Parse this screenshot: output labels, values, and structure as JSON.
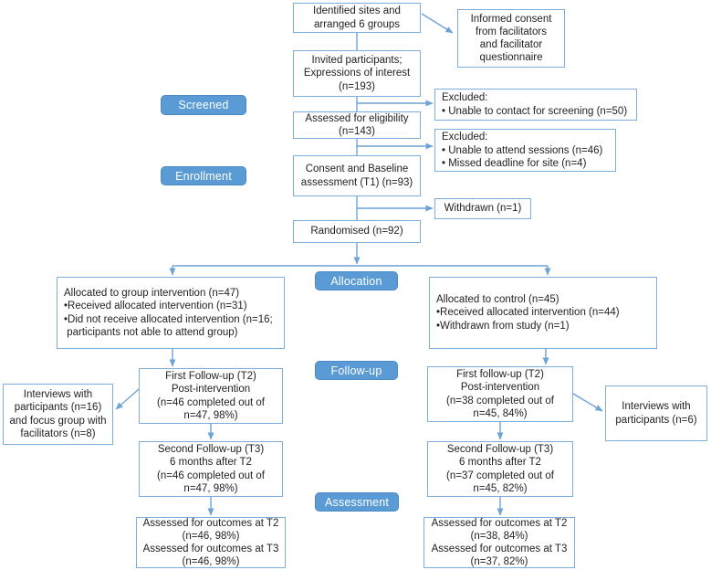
{
  "diagram": {
    "type": "flowchart",
    "labels": {
      "screened": "Screened",
      "enrollment": "Enrollment",
      "allocation": "Allocation",
      "followup": "Follow-up",
      "assessment": "Assessment"
    },
    "boxes": {
      "identified_sites": [
        "Identified sites and",
        "arranged 6 groups"
      ],
      "informed_consent": [
        "Informed consent",
        "from facilitators",
        "and facilitator",
        "questionnaire"
      ],
      "invited_participants": [
        "Invited participants;",
        "Expressions of interest",
        "(n=193)"
      ],
      "assessed_eligibility": [
        "Assessed for eligibility",
        "(n=143)"
      ],
      "excluded_screening": [
        "Excluded:",
        "•  Unable to contact for screening (n=50)"
      ],
      "excluded_sessions": [
        "Excluded:",
        "•  Unable to attend sessions (n=46)",
        "•  Missed deadline for site (n=4)"
      ],
      "consent_baseline": [
        "Consent and Baseline",
        "assessment (T1) (n=93)"
      ],
      "withdrawn": "Withdrawn (n=1)",
      "randomised": "Randomised (n=92)",
      "allocated_intervention": [
        "Allocated to group intervention (n=47)",
        "•Received allocated intervention (n=31)",
        "•Did not receive allocated intervention (n=16;",
        " participants not able to attend group)"
      ],
      "allocated_control": [
        "Allocated to control (n=45)",
        "•Received allocated intervention (n=44)",
        "•Withdrawn from study (n=1)"
      ],
      "first_followup_left": [
        "First Follow-up (T2)",
        "Post-intervention",
        "(n=46 completed out of",
        "n=47, 98%)"
      ],
      "first_followup_right": [
        "First follow-up (T2)",
        "Post-intervention",
        "(n=38 completed out of",
        "n=45, 84%)"
      ],
      "interviews_left": [
        "Interviews with",
        "participants (n=16)",
        "and focus group with",
        "facilitators (n=8)"
      ],
      "interviews_right": [
        "Interviews with",
        "participants (n=6)"
      ],
      "second_followup_left": [
        "Second Follow-up (T3)",
        "6 months after T2",
        "(n=46 completed out of",
        "n=47, 98%)"
      ],
      "second_followup_right": [
        "Second Follow-up (T3)",
        "6 months after T2",
        "(n=37 completed out of",
        "n=45, 82%)"
      ],
      "assessed_left": [
        "Assessed for outcomes at T2",
        "(n=46, 98%)",
        "Assessed for outcomes at T3",
        "(n=46, 98%)"
      ],
      "assessed_right": [
        "Assessed for outcomes at T2",
        "(n=38, 84%)",
        "Assessed for outcomes at T3",
        "(n=37, 82%)"
      ]
    },
    "colors": {
      "box_border": "#7fadda",
      "label_fill": "#5b9bd5",
      "label_border": "#4a8bc2",
      "arrow": "#6fa3d6",
      "text": "#1f1f1f",
      "label_text": "#ffffff"
    }
  }
}
